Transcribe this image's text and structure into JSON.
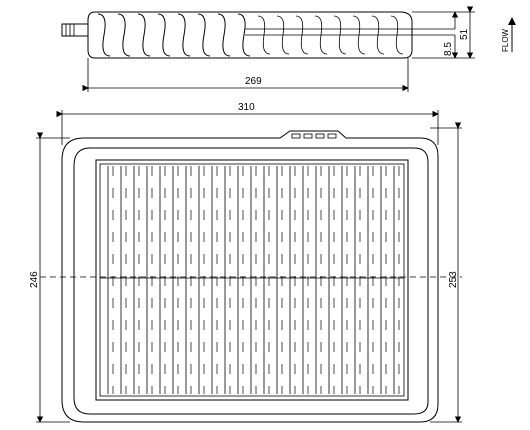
{
  "drawing": {
    "dimensions": {
      "top_length": "269",
      "side_height": "51",
      "pleat_height": "8.5",
      "outer_width": "310",
      "outer_height": "253",
      "inner_height": "246"
    },
    "flow_label": "FLOW"
  }
}
